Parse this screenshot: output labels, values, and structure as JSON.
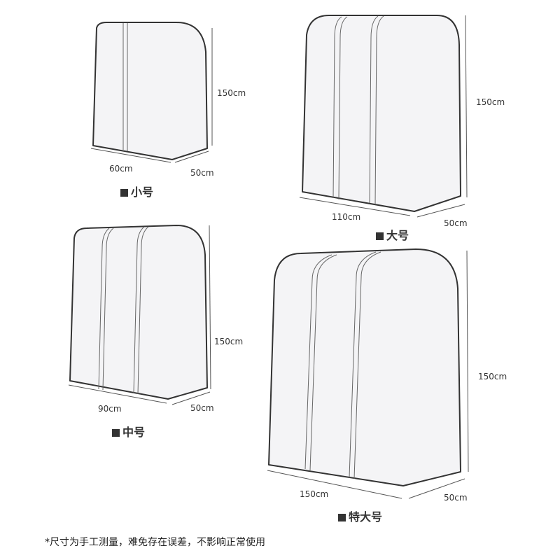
{
  "items": [
    {
      "label": "小号",
      "width": "60cm",
      "depth": "50cm",
      "height": "150cm"
    },
    {
      "label": "大号",
      "width": "110cm",
      "depth": "50cm",
      "height": "150cm"
    },
    {
      "label": "中号",
      "width": "90cm",
      "depth": "50cm",
      "height": "150cm"
    },
    {
      "label": "特大号",
      "width": "150cm",
      "depth": "50cm",
      "height": "150cm"
    }
  ],
  "note": "*尺寸为手工测量，难免存在误差，不影响正常使用",
  "colors": {
    "outline": "#333333",
    "fill": "#f4f4f6",
    "text": "#333333"
  }
}
